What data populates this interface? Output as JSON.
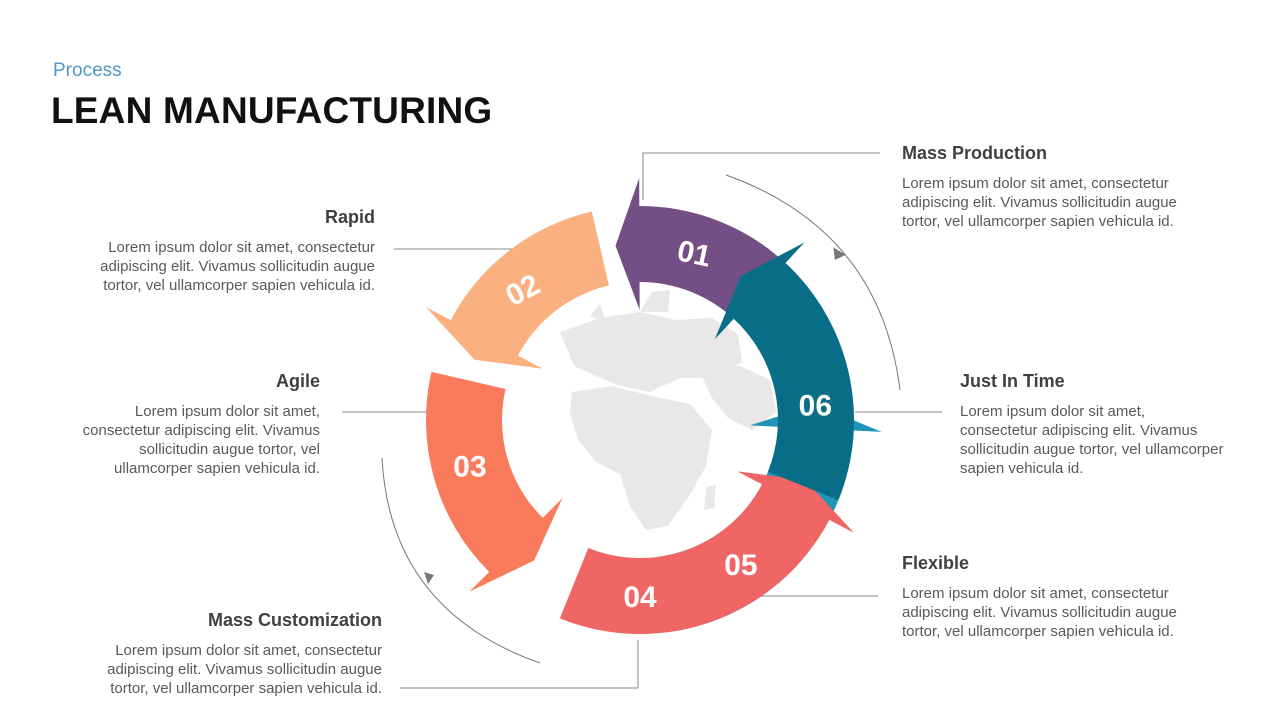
{
  "header": {
    "subtitle": "Process",
    "title": "LEAN MANUFACTURING"
  },
  "cycle": {
    "steps": [
      {
        "num": "01",
        "color": "#734f85"
      },
      {
        "num": "02",
        "color": "#fbb07f"
      },
      {
        "num": "03",
        "color": "#fa7b5b"
      },
      {
        "num": "04",
        "color": "#ef6664"
      },
      {
        "num": "05",
        "color": "#2193b7"
      },
      {
        "num": "06",
        "color": "#086e87"
      }
    ],
    "globe_color": "#e8e8e8"
  },
  "blocks": {
    "mass_production": {
      "heading": "Mass Production",
      "body": "Lorem ipsum dolor sit amet, consectetur adipiscing elit. Vivamus sollicitudin augue tortor, vel ullamcorper sapien vehicula id."
    },
    "rapid": {
      "heading": "Rapid",
      "body": "Lorem ipsum dolor sit amet, consectetur adipiscing elit. Vivamus sollicitudin augue tortor, vel ullamcorper sapien vehicula id."
    },
    "agile": {
      "heading": "Agile",
      "body": "Lorem ipsum dolor sit amet, consectetur adipiscing elit. Vivamus sollicitudin augue tortor, vel ullamcorper sapien vehicula id."
    },
    "just_in_time": {
      "heading": "Just In Time",
      "body": "Lorem ipsum dolor sit amet, consectetur adipiscing elit. Vivamus sollicitudin augue tortor, vel ullamcorper sapien vehicula id."
    },
    "flexible": {
      "heading": "Flexible",
      "body": "Lorem ipsum dolor sit amet, consectetur adipiscing elit. Vivamus sollicitudin augue tortor, vel ullamcorper sapien vehicula id."
    },
    "mass_customization": {
      "heading": "Mass Customization",
      "body": "Lorem ipsum dolor sit amet, consectetur adipiscing elit. Vivamus sollicitudin augue tortor, vel ullamcorper sapien vehicula id."
    }
  }
}
